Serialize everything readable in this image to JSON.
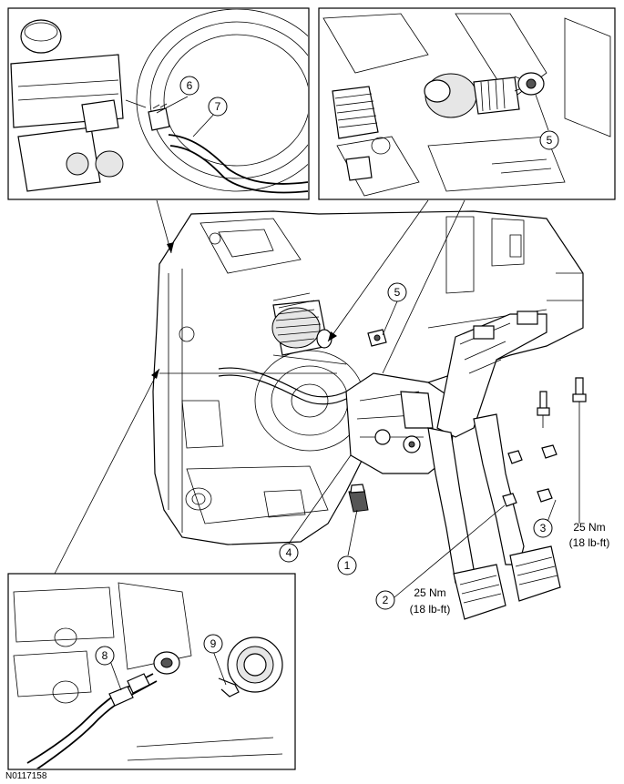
{
  "callouts": {
    "c1": "1",
    "c2": "2",
    "c3": "3",
    "c4": "4",
    "c5_main": "5",
    "c5_detail": "5",
    "c6": "6",
    "c7": "7",
    "c8": "8",
    "c9": "9"
  },
  "torque_specs": {
    "spec_2": {
      "metric": "25 Nm",
      "imperial": "(18 lb-ft)"
    },
    "spec_3": {
      "metric": "25 Nm",
      "imperial": "(18 lb-ft)"
    }
  },
  "figure_id": "N0117158"
}
